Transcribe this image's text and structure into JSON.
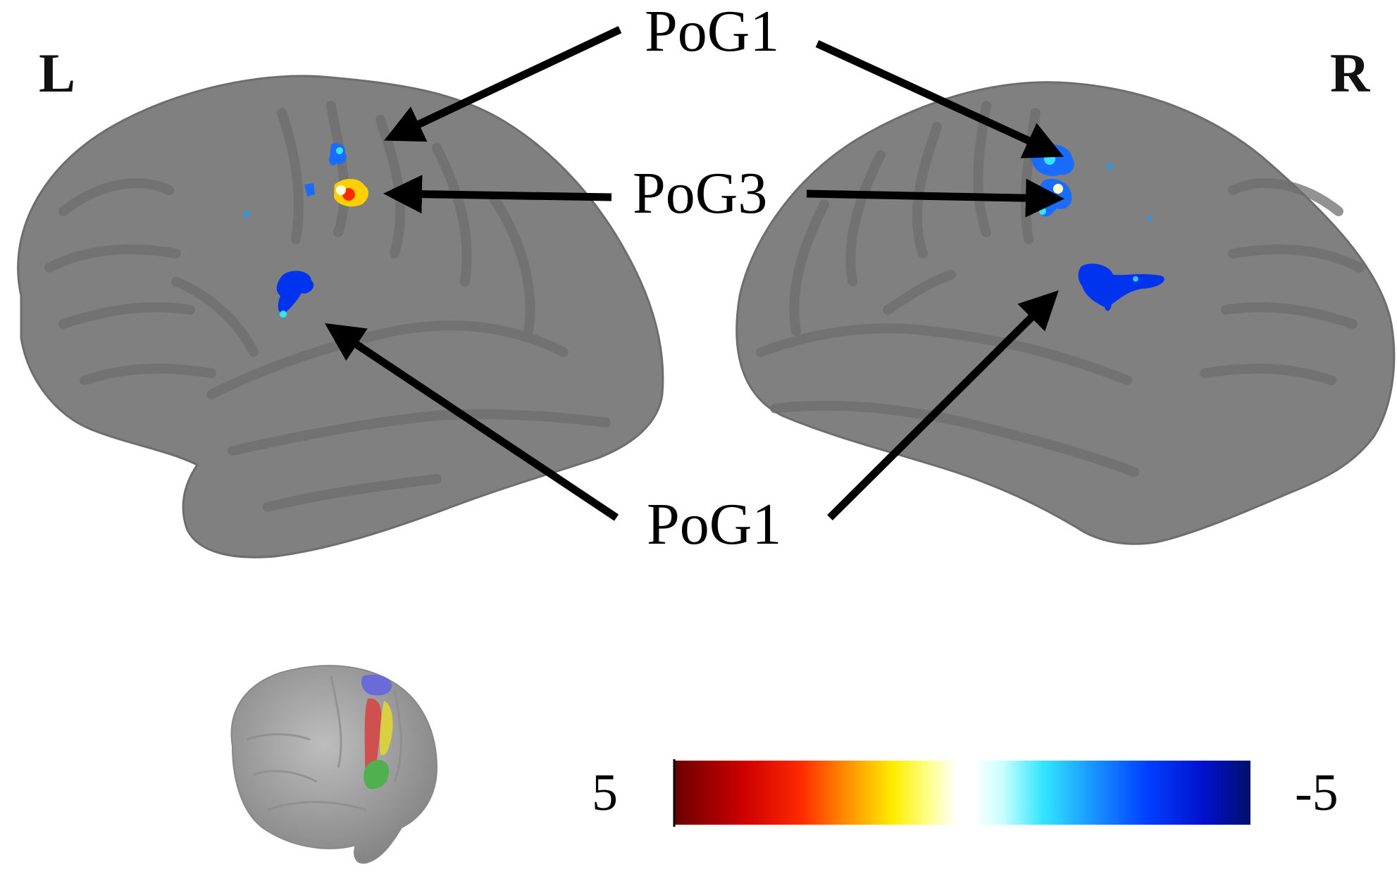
{
  "hemispheres": {
    "left": "L",
    "right": "R"
  },
  "labels": {
    "top": "PoG1",
    "middle": "PoG3",
    "bottom": "PoG1"
  },
  "colorbar": {
    "max_label": "5",
    "min_label": "-5",
    "range": [
      5,
      -5
    ],
    "colors": [
      "#7a0000",
      "#cc0000",
      "#ff2a00",
      "#ff8c00",
      "#ffe000",
      "#ffff66",
      "#ffffff",
      "#ffffff",
      "#c8ffff",
      "#33e6ff",
      "#1a9cff",
      "#0044ff",
      "#0010cc",
      "#001070"
    ]
  },
  "colors": {
    "brain_surface": "#808080",
    "brain_outline": "#6a6a6a",
    "activation_positive": "#ffcc00",
    "activation_negative": "#0033ee",
    "atlas_blue": "#6a6ad8",
    "atlas_red": "#d05050",
    "atlas_yellow": "#d8d040",
    "atlas_green": "#50b050"
  }
}
